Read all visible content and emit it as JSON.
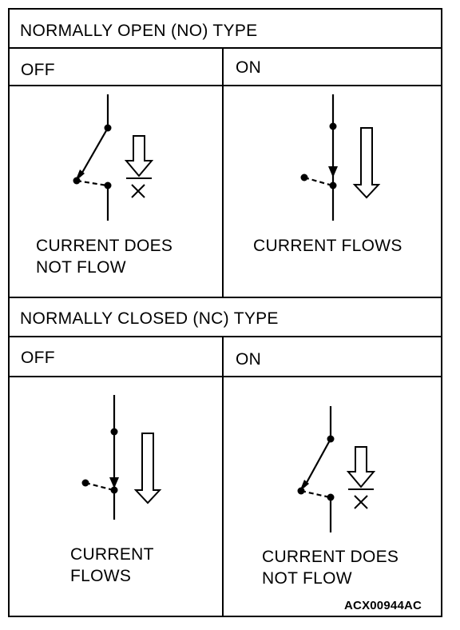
{
  "normally_open": {
    "title": "NORMALLY OPEN (NO) TYPE",
    "off": {
      "label": "OFF",
      "caption_line1": "CURRENT DOES",
      "caption_line2": "NOT FLOW"
    },
    "on": {
      "label": "ON",
      "caption_line1": "CURRENT FLOWS"
    }
  },
  "normally_closed": {
    "title": "NORMALLY CLOSED (NC) TYPE",
    "off": {
      "label": "OFF",
      "caption_line1": "CURRENT",
      "caption_line2": "FLOWS"
    },
    "on": {
      "label": "ON",
      "caption_line1": "CURRENT DOES",
      "caption_line2": "NOT FLOW"
    }
  },
  "figure_code": "ACX00944AC",
  "icons": {
    "switch_open": "open-switch-icon",
    "switch_closed": "closed-switch-icon",
    "current_flow": "down-arrow-icon",
    "current_blocked": "blocked-arrow-icon"
  }
}
